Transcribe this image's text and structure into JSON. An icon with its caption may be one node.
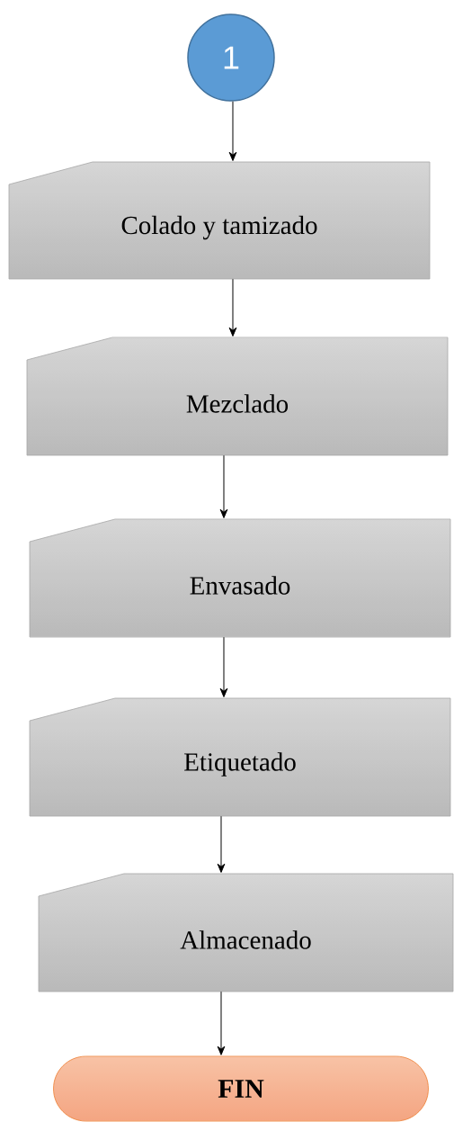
{
  "diagram": {
    "nodes": [
      {
        "text": [
          "1"
        ]
      },
      {
        "text": [
          "Colado y tamizado"
        ]
      },
      {
        "text": [
          "Mezclado"
        ]
      },
      {
        "text": [
          "Envasado"
        ]
      },
      {
        "text": [
          "Etiquetado"
        ]
      },
      {
        "text": [
          "Almacenado"
        ]
      },
      {
        "text": [
          "FIN"
        ]
      }
    ],
    "edges": [
      {
        "from": 0,
        "to": 1,
        "arrow": "to"
      },
      {
        "from": 1,
        "to": 2,
        "arrow": "to"
      },
      {
        "from": 2,
        "to": 3,
        "arrow": "to"
      },
      {
        "from": 3,
        "to": 4,
        "arrow": "to"
      },
      {
        "from": 4,
        "to": 5,
        "arrow": "to"
      },
      {
        "from": 5,
        "to": 6,
        "arrow": "to"
      }
    ]
  }
}
